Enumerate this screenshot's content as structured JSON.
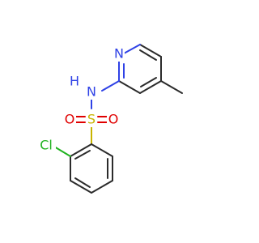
{
  "diagram": {
    "type": "chemical-structure",
    "atoms": {
      "n_ring": {
        "text": "N",
        "color": "#2f42e6"
      },
      "n_amide": {
        "text": "N",
        "color": "#2f42e6"
      },
      "h_amide": {
        "text": "H",
        "color": "#2f42e6"
      },
      "s": {
        "text": "S",
        "color": "#c8b400"
      },
      "o_left": {
        "text": "O",
        "color": "#e00000"
      },
      "o_right": {
        "text": "O",
        "color": "#e00000"
      },
      "cl": {
        "text": "Cl",
        "color": "#1fb21f"
      }
    },
    "colors": {
      "bond": "#2b2b2b",
      "background": "#ffffff"
    }
  }
}
